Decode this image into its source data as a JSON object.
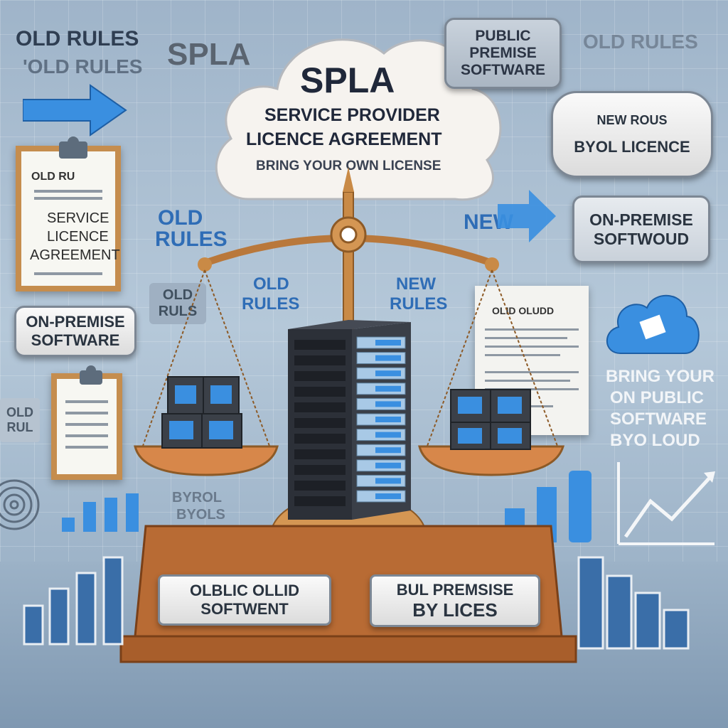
{
  "texts": {
    "old_rules_tl1": "OLD RULES",
    "old_rules_tl2": "'OLD RULES",
    "spla_top": "SPLA",
    "cloud_title": "SPLA",
    "cloud_line1": "SERVICE PROVIDER",
    "cloud_line2": "LICENCE AGREEMENT",
    "cloud_line3": "BRING YOUR OWN LICENSE",
    "public_premise_1": "PUBLIC",
    "public_premise_2": "PREMISE",
    "public_premise_3": "SOFTWARE",
    "old_rules_tr": "OLD RULES",
    "new_rous": "NEW ROUS",
    "byol_licence": "BYOL LICENCE",
    "clip_old_ru": "OLD RU",
    "clip_service": "SERVICE",
    "clip_licence": "LICENCE",
    "clip_agreement": "AGREEMENT",
    "old_rules_blue_1": "OLD",
    "old_rules_blue_2": "RULES",
    "new_arrow": "NEW",
    "onprem_softwoud_1": "ON-PREMISE",
    "onprem_softwoud_2": "SOFTWOUD",
    "old_rules_small_1": "OLD",
    "old_rules_small_2": "RULS",
    "onprem_software_1": "ON-PREMISE",
    "onprem_software_2": "SOFTWARE",
    "scale_old_1": "OLD",
    "scale_old_2": "RULES",
    "scale_new_1": "NEW",
    "scale_new_2": "RULES",
    "doc_right": "OLID OLUDD",
    "bring_1": "BRING YOUR",
    "bring_2": "ON PUBLIC",
    "bring_3": "SOFTWARE",
    "bring_4": "BYO LOUD",
    "side_old_1": "OLD",
    "side_old_2": "RUL",
    "byrol_1": "BYROL",
    "byrol_2": "BYOLS",
    "plaque_left_1": "OLBLIC OLLID",
    "plaque_left_2": "SOFTWENT",
    "plaque_right_1": "BUL PREMSISE",
    "plaque_right_2": "BY LICES"
  },
  "colors": {
    "accent_blue": "#3a8fe0",
    "navy_text": "#2a3550",
    "wood": "#b86b34",
    "copper": "#c98a46",
    "server_dark": "#2c3038"
  },
  "icons": [
    "arrow-right-icon",
    "cloud-icon",
    "clipboard-icon",
    "scales-icon",
    "server-rack-icon",
    "trend-chart-icon",
    "fingerprint-icon",
    "bar-chart-icon"
  ]
}
